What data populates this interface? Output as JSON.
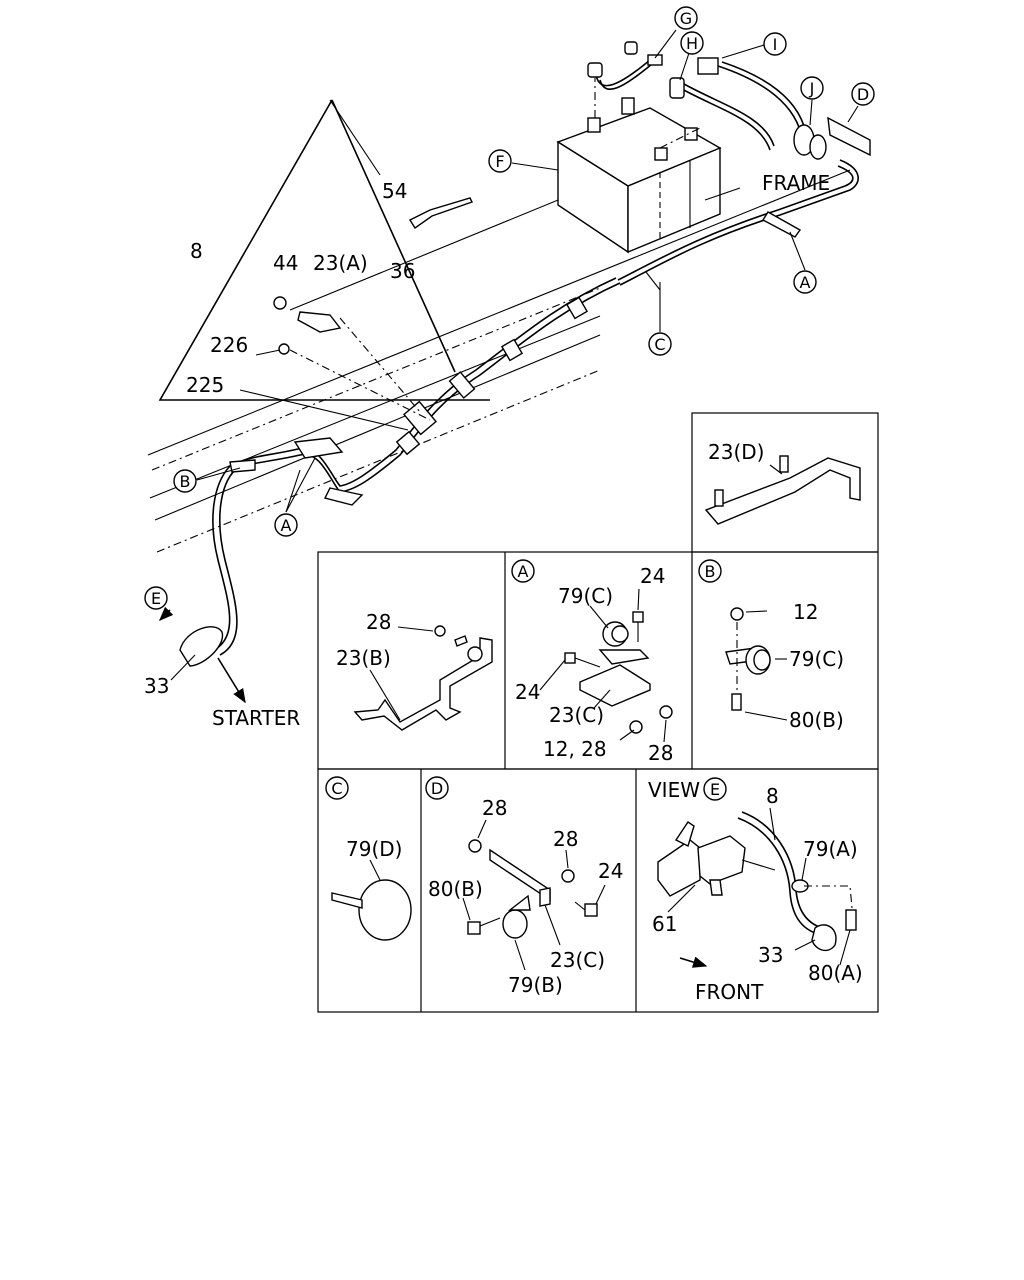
{
  "main": {
    "callouts": {
      "G": "G",
      "H": "H",
      "I": "I",
      "J": "J",
      "D": "D",
      "F": "F",
      "A": "A",
      "C": "C",
      "B": "B",
      "E": "E"
    },
    "labels": {
      "frame": "FRAME",
      "starter": "STARTER",
      "p8": "8",
      "p54": "54",
      "p44": "44",
      "p23a": "23(A)",
      "p36": "36",
      "p226": "226",
      "p225": "225",
      "p33": "33"
    }
  },
  "panels": {
    "d_top": {
      "p23d": "23(D)"
    },
    "b_left": {
      "p28": "28",
      "p23b": "23(B)"
    },
    "a": {
      "title": "A",
      "p79c": "79(C)",
      "p24a": "24",
      "p24b": "24",
      "p23c": "23(C)",
      "p1228": "12, 28",
      "p28": "28"
    },
    "b": {
      "title": "B",
      "p12": "12",
      "p79c": "79(C)",
      "p80b": "80(B)"
    },
    "c": {
      "title": "C",
      "p79d": "79(D)"
    },
    "d": {
      "title": "D",
      "p28a": "28",
      "p28b": "28",
      "p24": "24",
      "p80b": "80(B)",
      "p23c": "23(C)",
      "p79b": "79(B)"
    },
    "e": {
      "title_prefix": "VIEW",
      "title": "E",
      "p8": "8",
      "p79a": "79(A)",
      "p61": "61",
      "p33": "33",
      "p80a": "80(A)",
      "front": "FRONT"
    }
  }
}
